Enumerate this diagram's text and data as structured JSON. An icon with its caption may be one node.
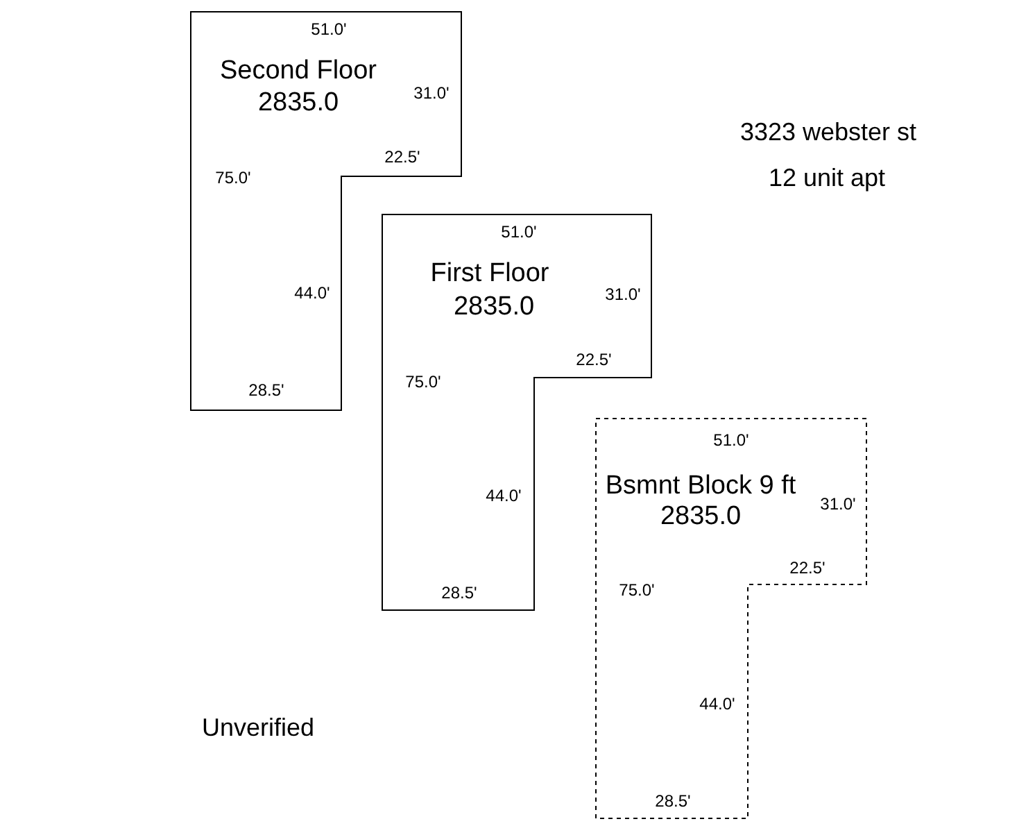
{
  "diagram": {
    "nodes": [
      {
        "text": [
          "Second Floor",
          "2835.0"
        ]
      },
      {
        "text": [
          "First Floor",
          "2835.0"
        ]
      },
      {
        "text": [
          "Bsmnt Block 9 ft",
          "2835.0"
        ]
      }
    ],
    "labels": [
      "51.0'",
      "31.0'",
      "22.5'",
      "75.0'",
      "44.0'",
      "28.5'",
      "3323 webster st",
      "12 unit apt",
      "51.0'",
      "31.0'",
      "22.5'",
      "75.0'",
      "44.0'",
      "28.5'",
      "51.0'",
      "31.0'",
      "22.5'",
      "75.0'",
      "44.0'",
      "28.5'",
      "Unverified"
    ]
  }
}
